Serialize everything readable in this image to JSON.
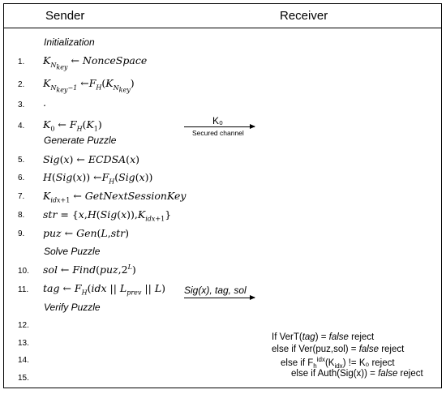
{
  "header": {
    "sender": "Sender",
    "receiver": "Receiver"
  },
  "sections": {
    "initialization": "Initialization",
    "generate": "Generate Puzzle",
    "solve": "Solve Puzzle",
    "verify": "Verify Puzzle"
  },
  "line_numbers": [
    "1.",
    "2.",
    "3.",
    "4.",
    "5.",
    "6.",
    "7.",
    "8.",
    "9.",
    "10.",
    "11.",
    "12.",
    "13.",
    "14.",
    "15."
  ],
  "formulas": {
    "l3": "."
  },
  "messages": {
    "k0": "K₀",
    "secured_channel": "Secured channel",
    "sig_tag_sol": "Sig(x), tag, sol"
  },
  "receiver_checks": {
    "r13_pre": "If VerT(",
    "r13_it": "tag",
    "r13_mid": ") = ",
    "r13_it2": "false",
    "r13_post": " reject",
    "r14_pre": "else if Ver(puz,sol) = ",
    "r14_it": "false",
    "r14_post": " reject",
    "r15_pre": "else if F",
    "r15_sub": "h",
    "r15_sup": "idx",
    "r15_mid": "(K",
    "r15_sub2": "idx",
    "r15_post": ") != K₀ reject",
    "r16_pre": "else if Auth(Sig(x)) = ",
    "r16_it": "false",
    "r16_post": " reject"
  }
}
